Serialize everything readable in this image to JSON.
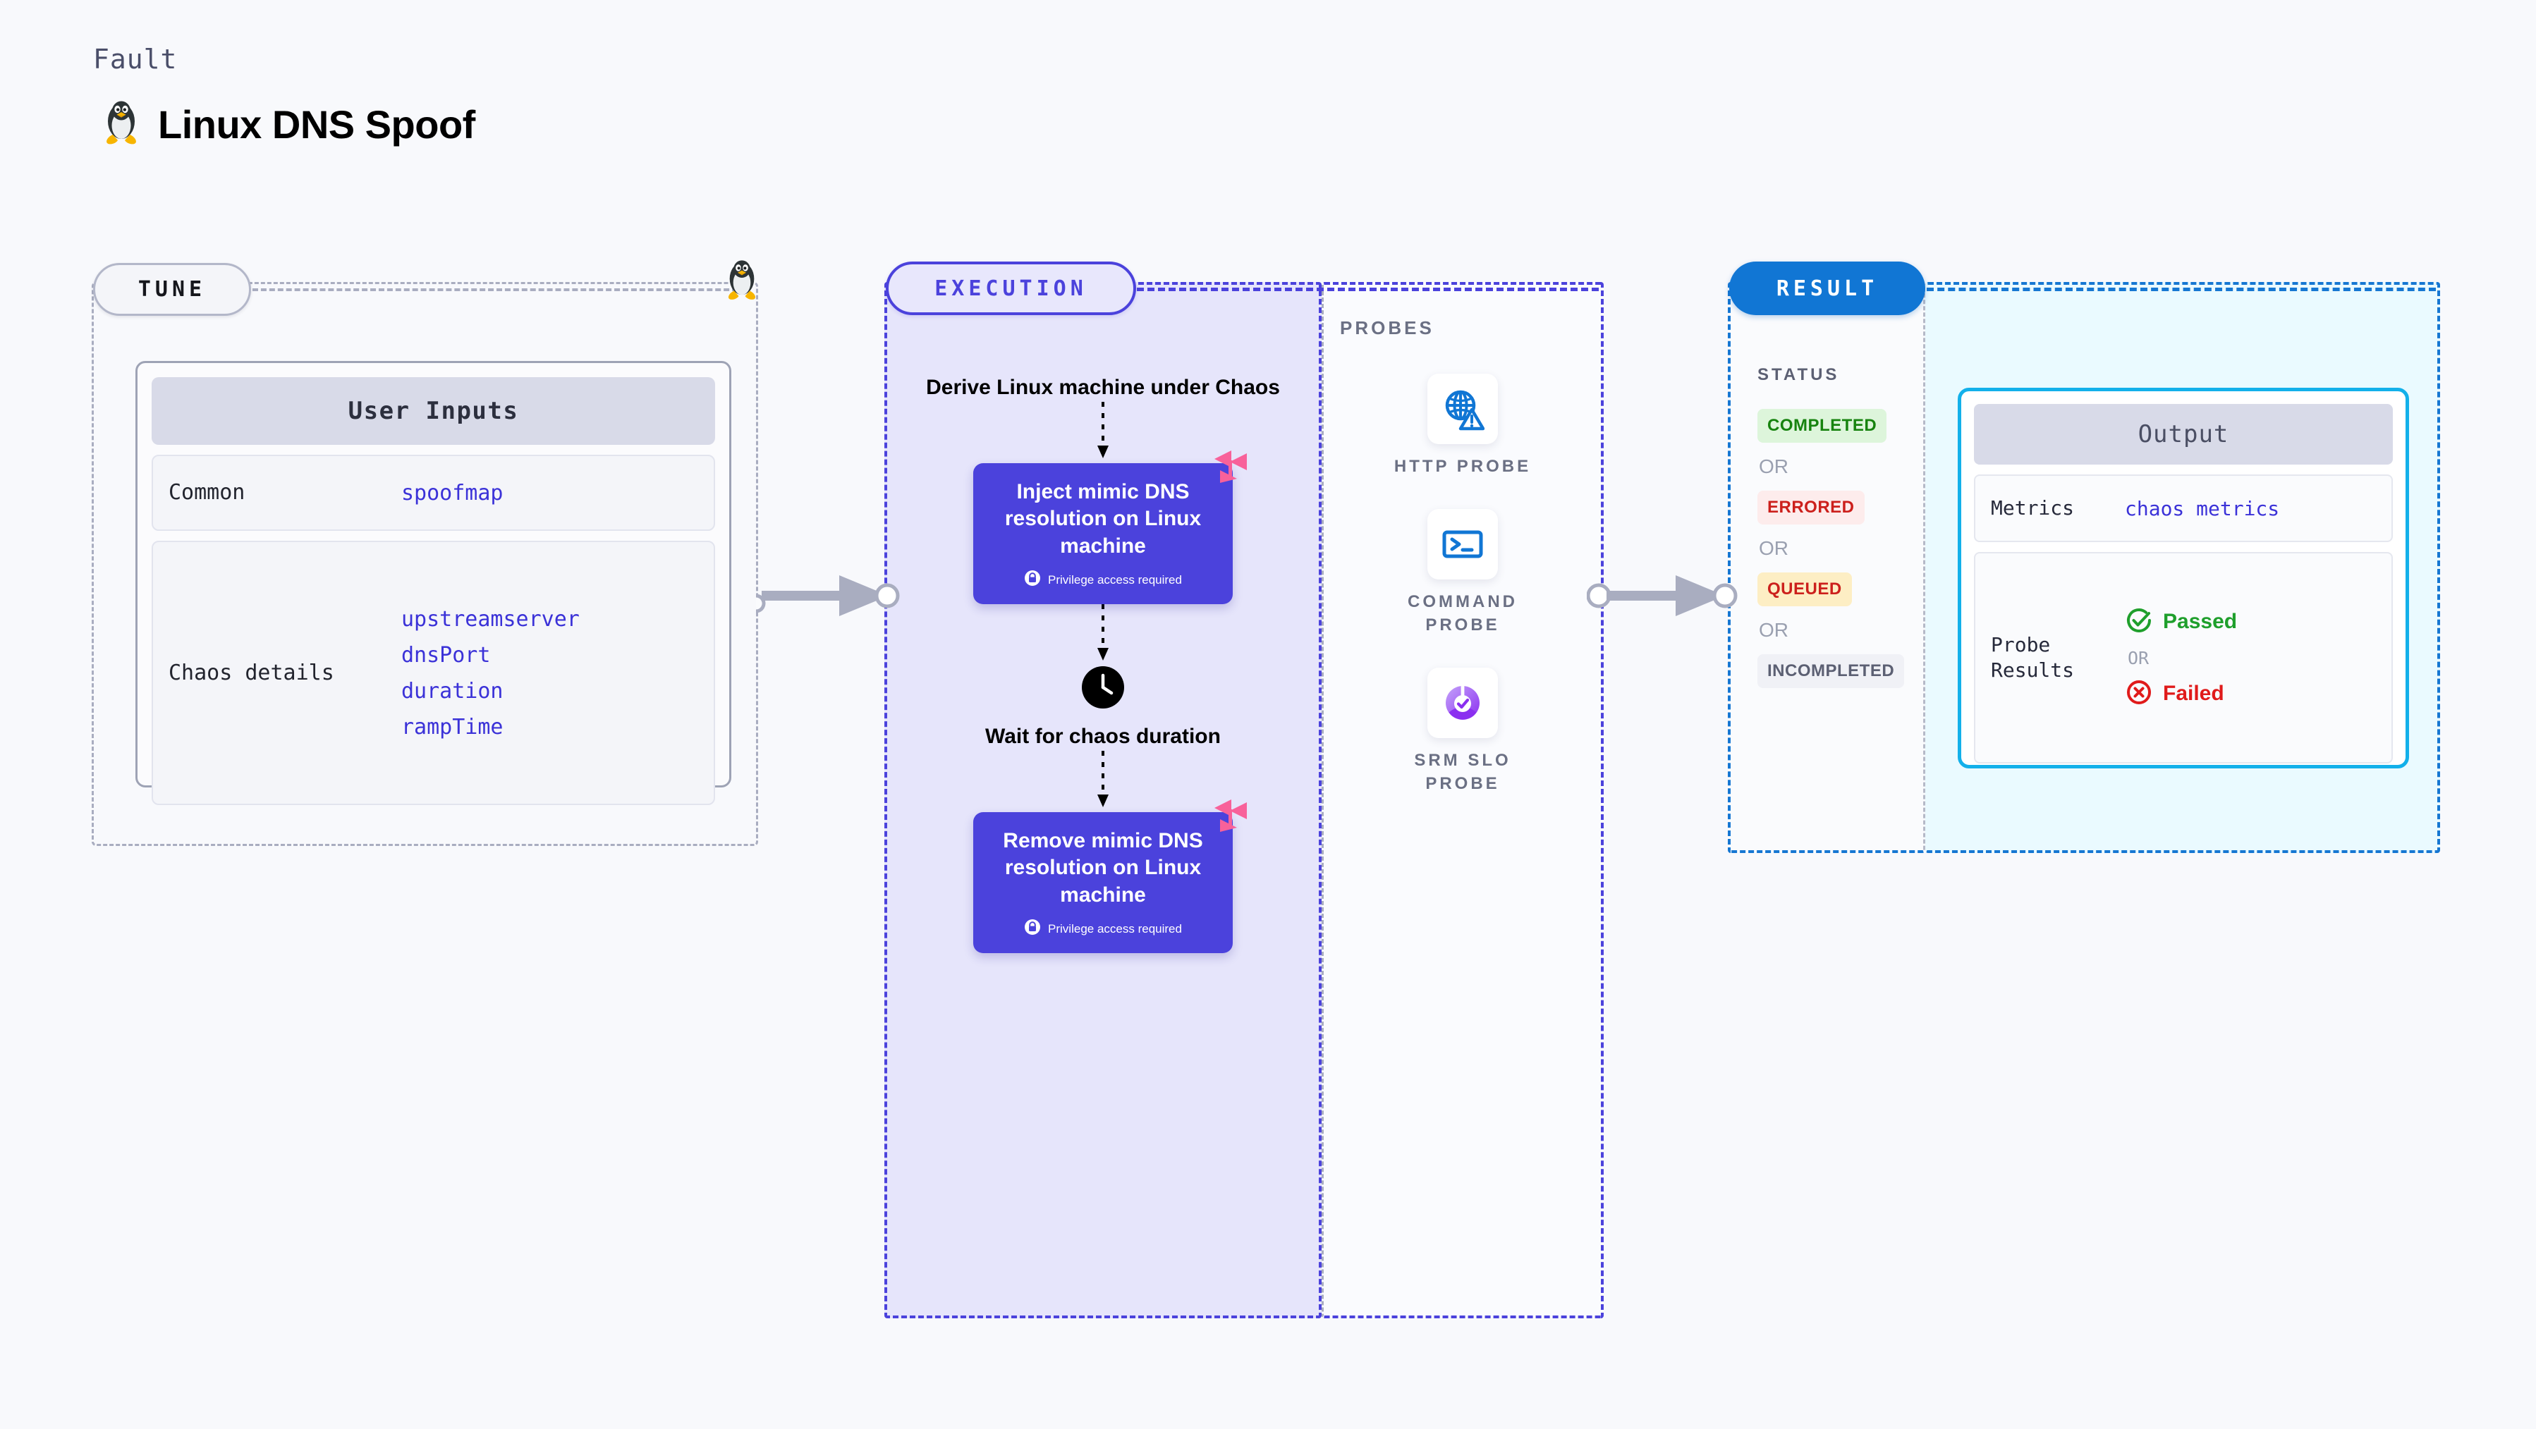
{
  "header": {
    "kicker": "Fault",
    "title": "Linux DNS Spoof",
    "icon": "linux-penguin-icon"
  },
  "tune": {
    "pill_label": "TUNE",
    "marker_icon": "linux-penguin-icon",
    "card": {
      "title": "User Inputs",
      "rows": [
        {
          "key": "Common",
          "values": [
            "spoofmap"
          ]
        },
        {
          "key": "Chaos details",
          "values": [
            "upstreamserver",
            "dnsPort",
            "duration",
            "rampTime"
          ]
        }
      ]
    }
  },
  "execution": {
    "pill_label": "EXECUTION",
    "steps": [
      {
        "type": "caption",
        "text": "Derive Linux machine under Chaos"
      },
      {
        "type": "node",
        "title": "Inject mimic DNS resolution on Linux machine",
        "sub": "Privilege access required",
        "sub_icon": "lock-icon",
        "badge_icon": "harness-badge-icon"
      },
      {
        "type": "clock",
        "icon": "clock-icon",
        "text": "Wait for chaos duration"
      },
      {
        "type": "node",
        "title": "Remove mimic DNS resolution on Linux machine",
        "sub": "Privilege access required",
        "sub_icon": "lock-icon",
        "badge_icon": "harness-badge-icon"
      }
    ]
  },
  "probes": {
    "label": "PROBES",
    "items": [
      {
        "name": "HTTP PROBE",
        "icon": "globe-warning-icon"
      },
      {
        "name": "COMMAND\nPROBE",
        "icon": "terminal-icon"
      },
      {
        "name": "SRM SLO\nPROBE",
        "icon": "slo-check-icon"
      }
    ]
  },
  "result": {
    "pill_label": "RESULT",
    "status_label": "STATUS",
    "or_label": "OR",
    "statuses": [
      {
        "text": "COMPLETED",
        "bg": "#ddf5db",
        "fg": "#17830f"
      },
      {
        "text": "ERRORED",
        "bg": "#fdecec",
        "fg": "#cc201c"
      },
      {
        "text": "QUEUED",
        "bg": "#fdeec4",
        "fg": "#cc201c"
      },
      {
        "text": "INCOMPLETED",
        "bg": "#f0f1f6",
        "fg": "#5c6073"
      }
    ],
    "output": {
      "title": "Output",
      "metrics_key": "Metrics",
      "metrics_value": "chaos metrics",
      "probe_key": "Probe Results",
      "passed_label": "Passed",
      "failed_label": "Failed",
      "or_label": "OR",
      "passed_icon": "check-circle-icon",
      "failed_icon": "x-circle-icon"
    }
  },
  "connectors": [
    {
      "name": "tune-to-execution-arrow",
      "icon": "arrow-right-icon"
    },
    {
      "name": "probes-to-result-arrow",
      "icon": "arrow-right-icon"
    }
  ],
  "colors": {
    "accent_purple": "#4b42dc",
    "accent_blue": "#1176d4",
    "accent_cyan": "#13b0ea",
    "badge_pink": "#f8619a",
    "page_bg": "#f8f9fc"
  }
}
